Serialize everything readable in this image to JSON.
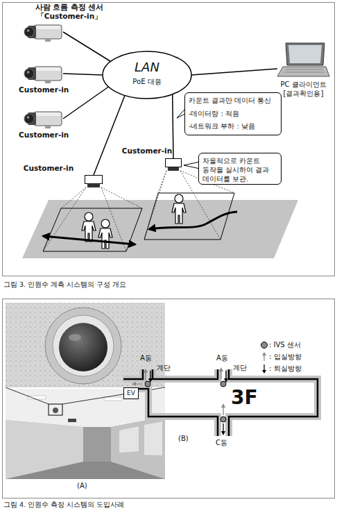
{
  "diagram": {
    "nodes": [
      {
        "text": [
          "사람 흐름 측정 센서 「Customer-in」"
        ]
      },
      {
        "text": [
          "LAN",
          "PoE 대응"
        ]
      },
      {
        "text": [
          "PC 클라이언트 [결과확인용]"
        ]
      },
      {
        "text": [
          "Customer-in"
        ]
      },
      {
        "text": [
          "카운트 결과만 데이터 통신",
          "-데이터량 : 적음",
          "-네트워크 부하 : 낮음"
        ]
      },
      {
        "text": [
          "Customer-in"
        ]
      },
      {
        "text": [
          "Customer-in"
        ]
      },
      {
        "text": [
          "자율적으로 카운트 동작을 실시하여 결과 데이터를 보관."
        ]
      },
      {
        "text": [
          "Customer-in"
        ]
      },
      {
        "text": [
          "EV"
        ]
      }
    ],
    "edges": [
      {
        "from": 0,
        "to": 1,
        "arrow": "none"
      },
      {
        "from": 3,
        "to": 1,
        "arrow": "none"
      },
      {
        "from": 5,
        "to": 1,
        "arrow": "none"
      },
      {
        "from": 2,
        "to": 1,
        "arrow": "none"
      },
      {
        "from": 6,
        "to": 1,
        "arrow": "none"
      },
      {
        "from": 8,
        "to": 1,
        "arrow": "none"
      }
    ],
    "labels": [
      "그림 3. 인원수 계측 시스템의 구성 개요",
      "A동",
      "계단",
      "A동",
      "계단",
      "3F",
      "C동",
      "(A)",
      "(B)",
      "그림 4. 인원수 측정 시스템의 도입사례"
    ],
    "legend": [
      {
        "text": ": IVS 센서",
        "color": "#8c8c8c"
      },
      {
        "text": ": 입실방향"
      },
      {
        "text": ": 퇴실방향"
      }
    ]
  }
}
